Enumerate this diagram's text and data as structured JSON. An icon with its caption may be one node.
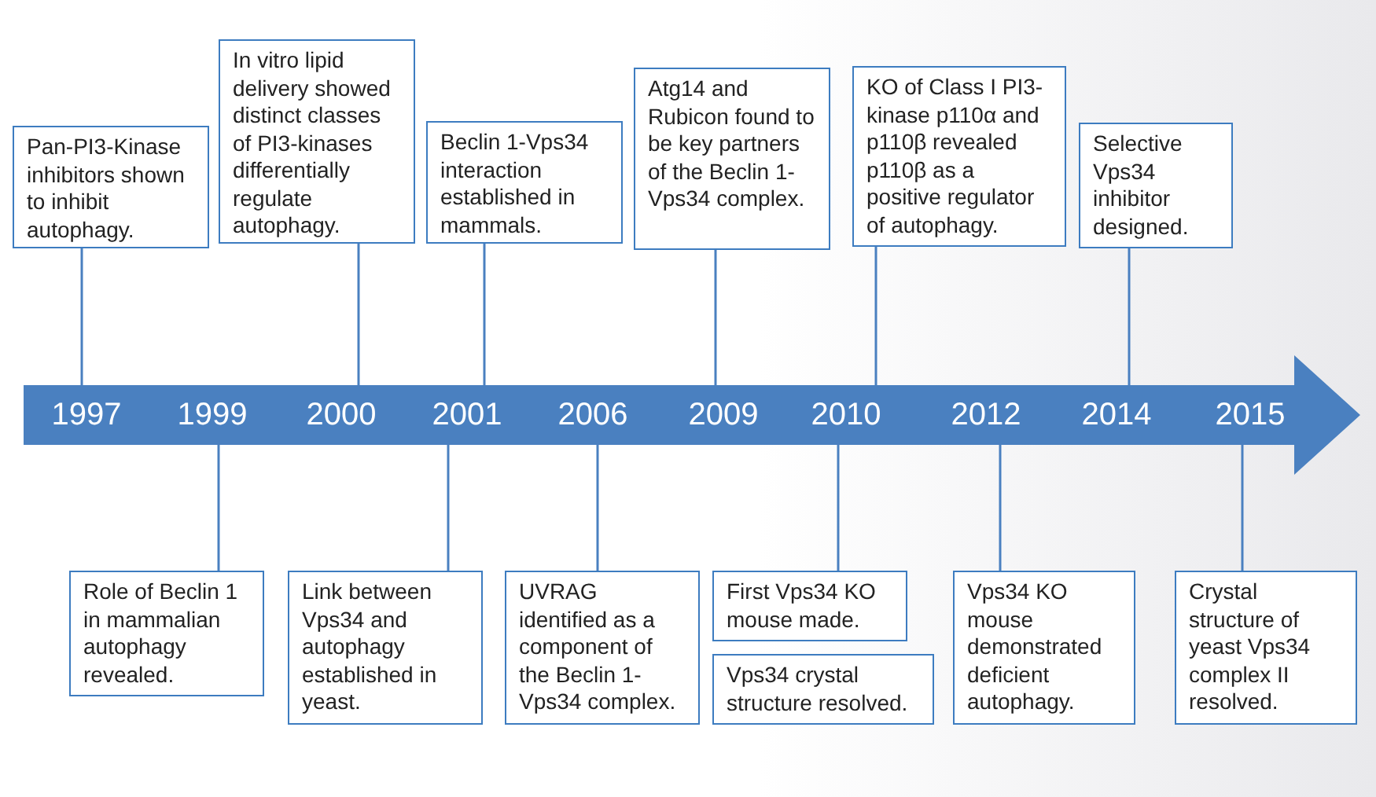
{
  "diagram": {
    "nodes": [
      {
        "text": [
          "Pan-PI3-Kinase inhibitors shown to inhibit autophagy."
        ]
      },
      {
        "text": [
          "In vitro lipid delivery showed distinct classes of PI3-kinases differentially regulate autophagy."
        ]
      },
      {
        "text": [
          "Beclin 1-Vps34 interaction established in mammals."
        ]
      },
      {
        "text": [
          "Atg14 and Rubicon found to be key partners of the Beclin 1-Vps34 complex."
        ]
      },
      {
        "text": [
          "KO of Class I PI3-kinase p110α and p110β revealed p110β as a positive regulator of autophagy."
        ]
      },
      {
        "text": [
          "Selective Vps34 inhibitor designed."
        ]
      },
      {
        "text": [],
        "shape": "arrow"
      },
      {
        "text": [
          "1997"
        ],
        "in": 6
      },
      {
        "text": [
          "1999"
        ],
        "in": 6
      },
      {
        "text": [
          "2000"
        ],
        "in": 6
      },
      {
        "text": [
          "2001"
        ],
        "in": 6
      },
      {
        "text": [
          "2006"
        ],
        "in": 6
      },
      {
        "text": [
          "2009"
        ],
        "in": 6
      },
      {
        "text": [
          "2010"
        ],
        "in": 6
      },
      {
        "text": [
          "2012"
        ],
        "in": 6
      },
      {
        "text": [
          "2014"
        ],
        "in": 6
      },
      {
        "text": [
          "2015"
        ],
        "in": 6
      },
      {
        "text": [
          "Role of Beclin 1 in mammalian autophagy revealed."
        ]
      },
      {
        "text": [
          "Link between Vps34 and autophagy established in yeast."
        ]
      },
      {
        "text": [
          "UVRAG identified as a component of the Beclin 1-Vps34 complex."
        ]
      },
      {
        "text": [
          "First Vps34 KO mouse made."
        ]
      },
      {
        "text": [
          "Vps34 crystal structure resolved."
        ]
      },
      {
        "text": [
          "Vps34 KO mouse demonstrated deficient autophagy."
        ]
      },
      {
        "text": [
          "Crystal structure of yeast Vps34 complex II resolved."
        ]
      }
    ],
    "edges": [
      {
        "from": 0,
        "to": 7,
        "arrow": "none"
      },
      {
        "from": 1,
        "to": 9,
        "arrow": "none"
      },
      {
        "from": 2,
        "to": 10,
        "arrow": "none"
      },
      {
        "from": 3,
        "to": 12,
        "arrow": "none"
      },
      {
        "from": 4,
        "to": 13,
        "arrow": "none"
      },
      {
        "from": 5,
        "to": 15,
        "arrow": "none"
      },
      {
        "from": 17,
        "to": 8,
        "arrow": "none"
      },
      {
        "from": 18,
        "to": 10,
        "arrow": "none"
      },
      {
        "from": 19,
        "to": 11,
        "arrow": "none"
      },
      {
        "from": 20,
        "to": 13,
        "arrow": "none"
      },
      {
        "from": 22,
        "to": 14,
        "arrow": "none"
      },
      {
        "from": 23,
        "to": 16,
        "arrow": "none"
      }
    ]
  }
}
